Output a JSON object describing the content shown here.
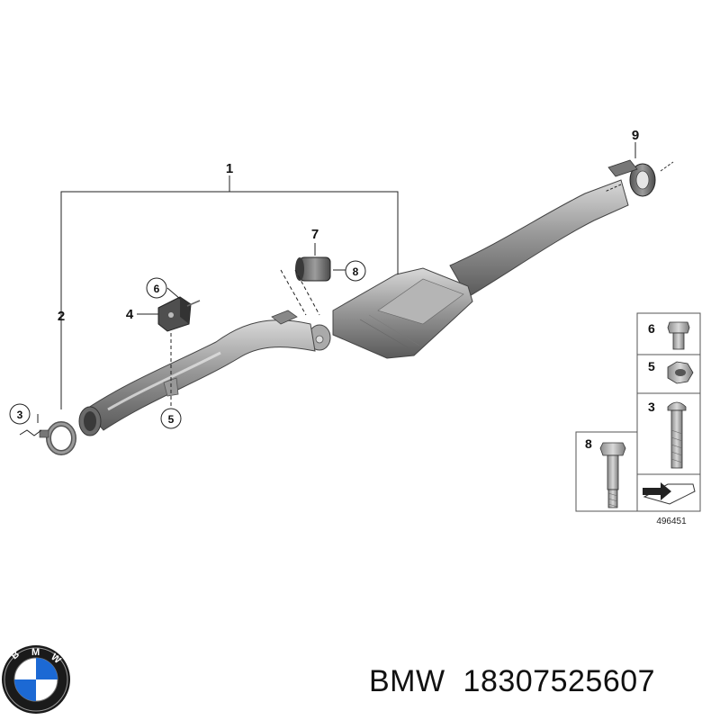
{
  "diagram": {
    "callouts": {
      "c1": "1",
      "c2": "2",
      "c3": "3",
      "c4": "4",
      "c5": "5",
      "c6": "6",
      "c7": "7",
      "c8": "8",
      "c9": "9"
    },
    "fastener_panel": {
      "bolt_6": "6",
      "nut_5": "5",
      "bolt_3": "3",
      "bolt_8": "8",
      "diagram_number": "496451"
    }
  },
  "logo": {
    "brand_letters": "BMW"
  },
  "caption": {
    "brand": "BMW",
    "part_number": "18307525607"
  },
  "colors": {
    "pipe": "#8f8f8f",
    "pipe_light": "#bdbdbd",
    "pipe_dark": "#5e5e5e",
    "logo_blue": "#1c69d4",
    "logo_ring": "#1a1a1a"
  }
}
